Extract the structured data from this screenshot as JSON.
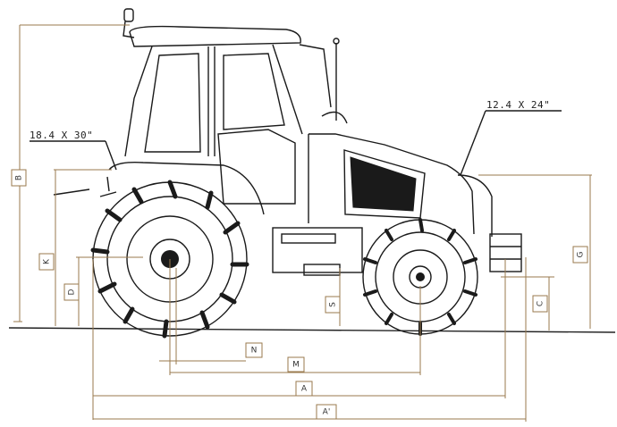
{
  "tire_labels": {
    "rear": "18.4 X 30\"",
    "front": "12.4 X 24\""
  },
  "dimension_labels": {
    "A": "A",
    "A_prime": "A'",
    "B": "B",
    "C": "C",
    "D": "D",
    "G": "G",
    "K": "K",
    "M": "M",
    "N": "N",
    "S": "S"
  },
  "colors": {
    "dimension_line": "#9a7a4e",
    "drawing": "#1a1a1a"
  }
}
